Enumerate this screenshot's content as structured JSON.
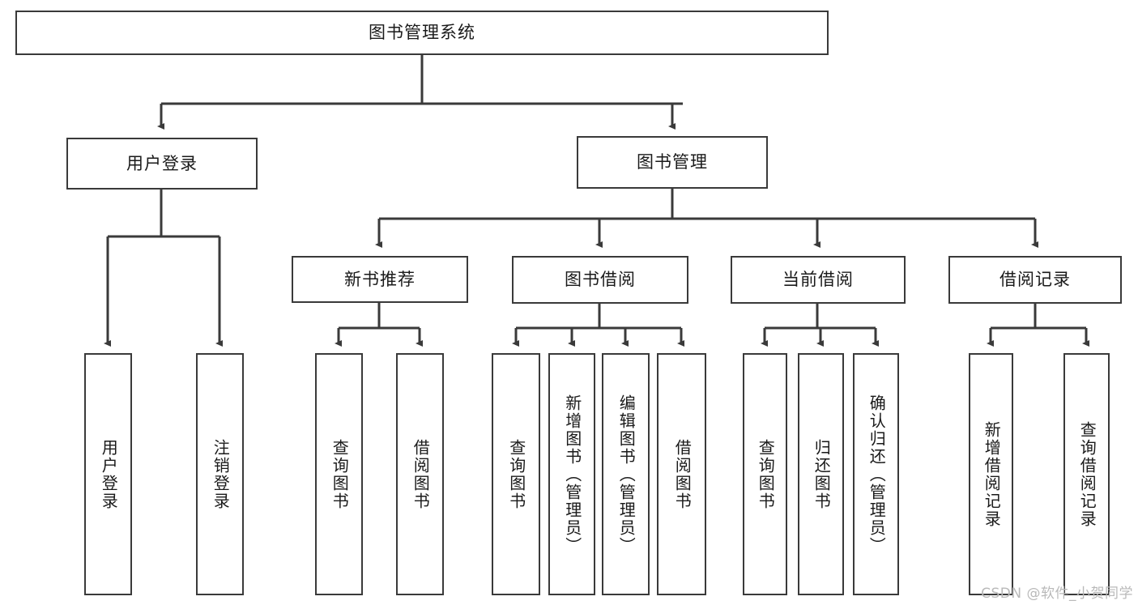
{
  "diagram": {
    "title": "图书管理系统",
    "root": {
      "id": "root",
      "label": "图书管理系统"
    },
    "level1": [
      {
        "id": "login",
        "label": "用户登录"
      },
      {
        "id": "bookmgmt",
        "label": "图书管理"
      }
    ],
    "level2": [
      {
        "id": "newbook",
        "label": "新书推荐",
        "parent": "bookmgmt"
      },
      {
        "id": "borrow",
        "label": "图书借阅",
        "parent": "bookmgmt"
      },
      {
        "id": "current",
        "label": "当前借阅",
        "parent": "bookmgmt"
      },
      {
        "id": "records",
        "label": "借阅记录",
        "parent": "bookmgmt"
      }
    ],
    "leaves": {
      "login": [
        {
          "id": "leaf-user-login",
          "label": "用户登录"
        },
        {
          "id": "leaf-logout",
          "label": "注销登录"
        }
      ],
      "newbook": [
        {
          "id": "leaf-query-book-1",
          "label": "查询图书"
        },
        {
          "id": "leaf-borrow-book-1",
          "label": "借阅图书"
        }
      ],
      "borrow": [
        {
          "id": "leaf-query-book-2",
          "label": "查询图书"
        },
        {
          "id": "leaf-add-book",
          "label": "新增图书（管理员）"
        },
        {
          "id": "leaf-edit-book",
          "label": "编辑图书（管理员）"
        },
        {
          "id": "leaf-borrow-book-2",
          "label": "借阅图书"
        }
      ],
      "current": [
        {
          "id": "leaf-query-book-3",
          "label": "查询图书"
        },
        {
          "id": "leaf-return-book",
          "label": "归还图书"
        },
        {
          "id": "leaf-confirm-return",
          "label": "确认归还（管理员）"
        }
      ],
      "records": [
        {
          "id": "leaf-add-record",
          "label": "新增借阅记录"
        },
        {
          "id": "leaf-query-record",
          "label": "查询借阅记录"
        }
      ]
    }
  },
  "watermark": {
    "text": "CSDN @软件_小贺同学"
  },
  "colors": {
    "border": "#3a3a3a",
    "background": "#ffffff",
    "text": "#1a1a1a",
    "watermark": "#b9b9b9"
  }
}
